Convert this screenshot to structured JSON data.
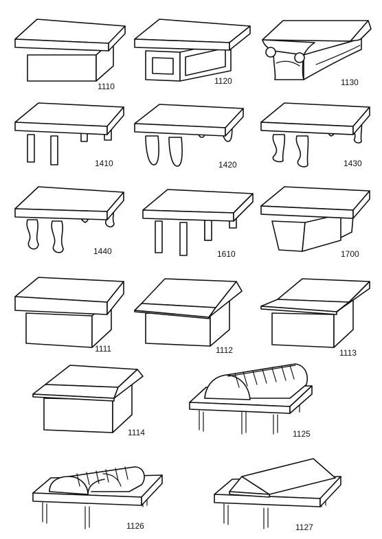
{
  "labels": {
    "b1110": "1110",
    "b1120": "1120",
    "b1130": "1130",
    "b1410": "1410",
    "b1420": "1420",
    "b1430": "1430",
    "b1440": "1440",
    "b1610": "1610",
    "b1700": "1700",
    "b1111": "1111",
    "b1112": "1112",
    "b1113": "1113",
    "b1114": "1114",
    "b1125": "1125",
    "b1126": "1126",
    "b1127": "1127"
  }
}
